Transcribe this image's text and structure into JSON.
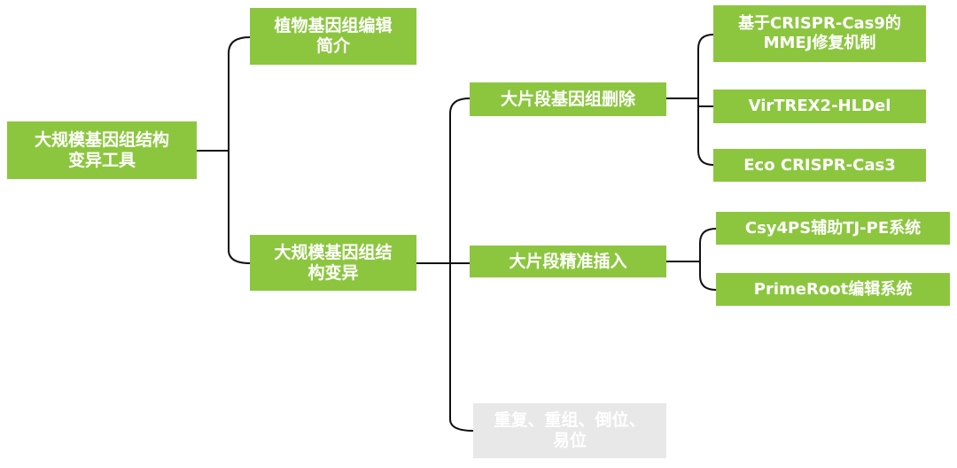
{
  "colors": {
    "node_fill": "#8cc63f",
    "inactive_fill": "#e8e8e8",
    "connector": "#111111",
    "text": "#ffffff"
  },
  "nodes": {
    "root": {
      "line1": "大规模基因组结构",
      "line2": "变异工具"
    },
    "intro": {
      "line1": "植物基因组编辑",
      "line2": "简介"
    },
    "sv": {
      "line1": "大规模基因组结",
      "line2": "构变异"
    },
    "deletion": {
      "label": "大片段基因组删除"
    },
    "insertion": {
      "label": "大片段精准插入"
    },
    "other": {
      "line1": "重复、重组、倒位、",
      "line2": "易位"
    },
    "mmej": {
      "line1": "基于CRISPR-Cas9的",
      "line2": "MMEJ修复机制"
    },
    "virtrex": {
      "label": "VirTREX2-HLDel"
    },
    "eco": {
      "label": "Eco CRISPR-Cas3"
    },
    "csy4": {
      "label": "Csy4PS辅助TJ-PE系统"
    },
    "primeroot": {
      "label": "PrimeRoot编辑系统"
    }
  }
}
